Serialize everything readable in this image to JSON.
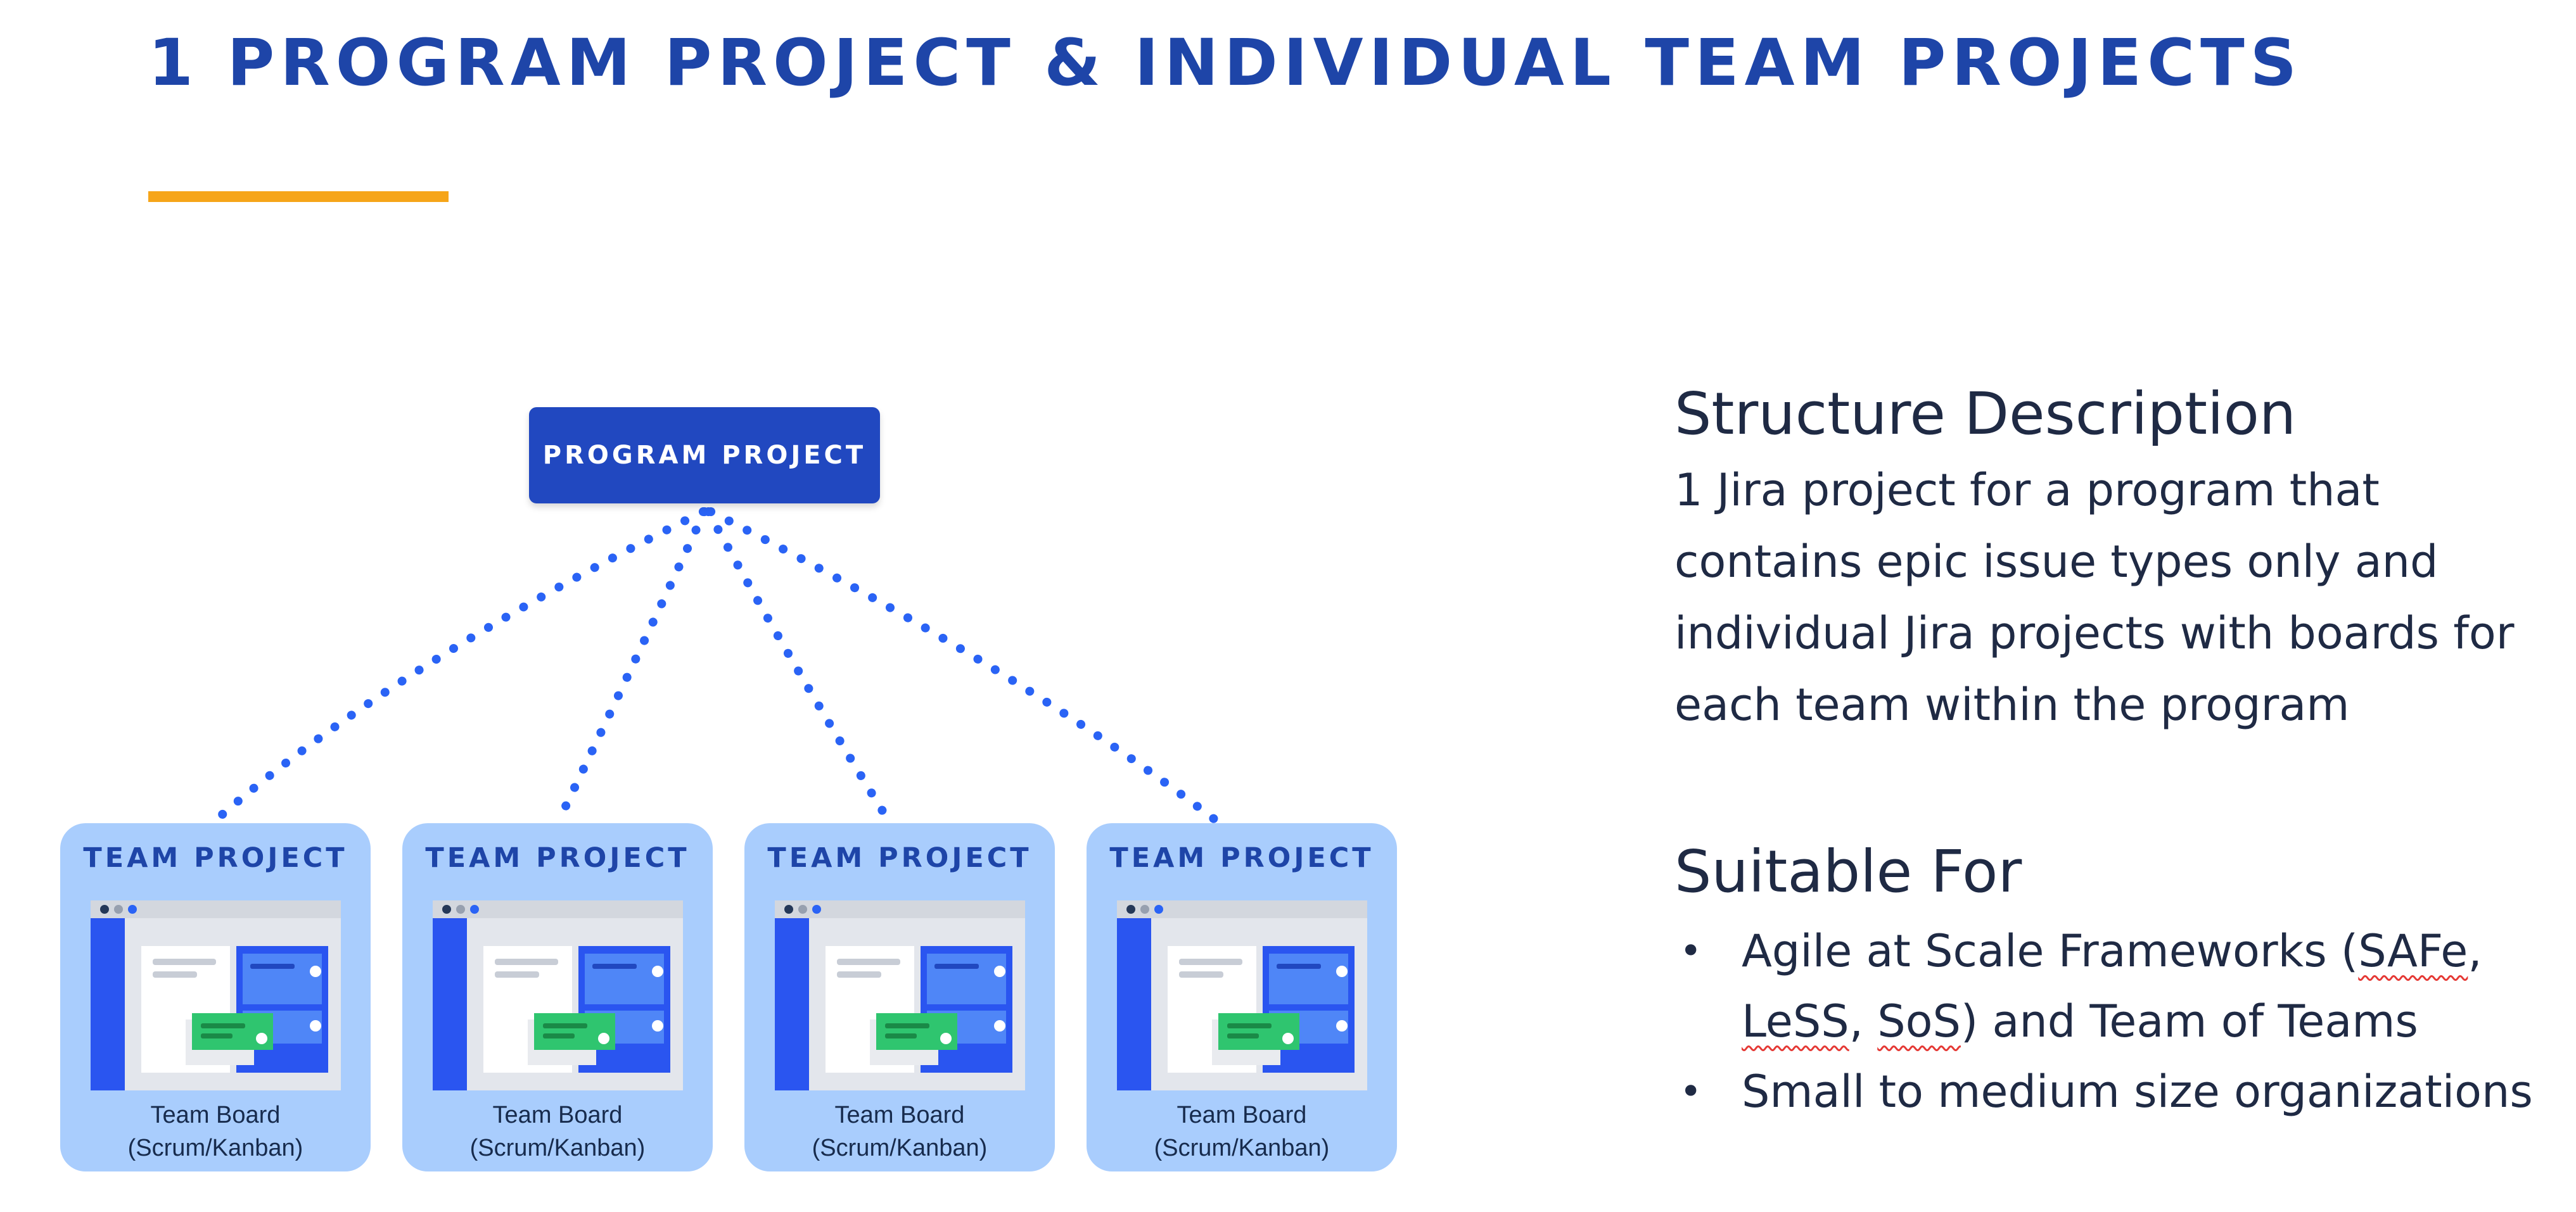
{
  "slide": {
    "title": "1 PROGRAM PROJECT & INDIVIDUAL TEAM PROJECTS",
    "accent_color": "#f6a519",
    "title_color": "#1e45a8"
  },
  "diagram": {
    "program_project": {
      "label": "PROGRAM PROJECT",
      "color": "#2148c0"
    },
    "connector_color": "#2a63f5",
    "team_projects": [
      {
        "label": "TEAM PROJECT",
        "caption_line1": "Team Board",
        "caption_line2": "(Scrum/Kanban)"
      },
      {
        "label": "TEAM PROJECT",
        "caption_line1": "Team Board",
        "caption_line2": "(Scrum/Kanban)"
      },
      {
        "label": "TEAM PROJECT",
        "caption_line1": "Team Board",
        "caption_line2": "(Scrum/Kanban)"
      },
      {
        "label": "TEAM PROJECT",
        "caption_line1": "Team Board",
        "caption_line2": "(Scrum/Kanban)"
      }
    ],
    "card_color": "#a9cdfd"
  },
  "structure_description": {
    "heading": "Structure Description",
    "lines": [
      "1 Jira project for a program that",
      "contains epic issue types only and",
      "individual Jira projects with boards for",
      "each team within the program"
    ]
  },
  "suitable_for": {
    "heading": "Suitable For",
    "bullet1": {
      "text_a": "Agile at Scale Frameworks (",
      "safe": "SAFe",
      "text_b": ",",
      "less": "LeSS",
      "text_c": ", ",
      "sos": "SoS",
      "text_d": ") and Team of Teams"
    },
    "bullet2": "Small to medium size organizations"
  }
}
